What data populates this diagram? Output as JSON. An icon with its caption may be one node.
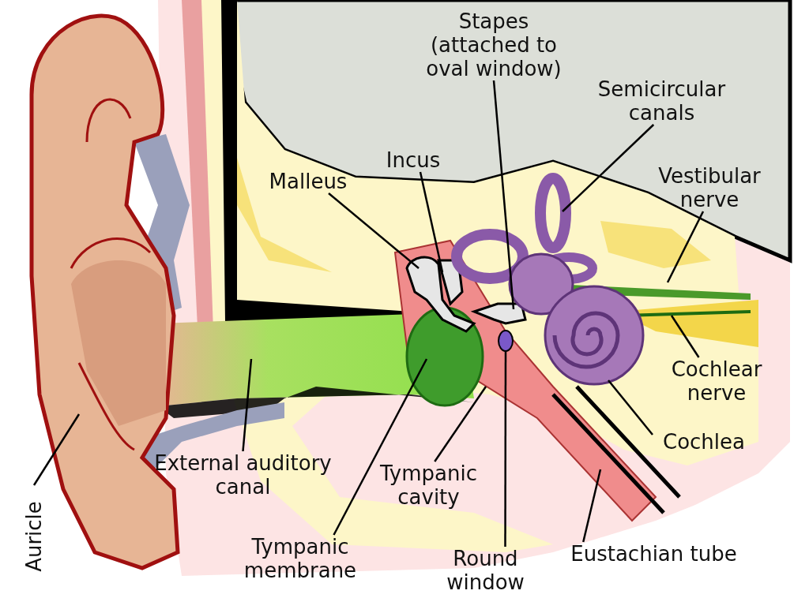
{
  "diagram": {
    "nodes": [
      {
        "text": [
          "Stapes (attached to oval window)"
        ]
      },
      {
        "text": [
          "Semicircular canals"
        ]
      },
      {
        "text": [
          "Incus"
        ]
      },
      {
        "text": [
          "Malleus"
        ]
      },
      {
        "text": [
          "Vestibular nerve"
        ]
      },
      {
        "text": [
          "Cochlear nerve"
        ]
      },
      {
        "text": [
          "Cochlea"
        ]
      },
      {
        "text": [
          "External auditory canal"
        ]
      },
      {
        "text": [
          "Tympanic cavity"
        ]
      },
      {
        "text": [
          "Tympanic membrane"
        ]
      },
      {
        "text": [
          "Eustachian tube"
        ]
      },
      {
        "text": [
          "Round window"
        ]
      },
      {
        "text": [
          "Auricle"
        ]
      },
      {
        "text": [],
        "shape": "ellipse"
      }
    ],
    "edges": [
      {
        "from": 0,
        "to": null,
        "arrow": "none"
      },
      {
        "from": 1,
        "to": null,
        "arrow": "none"
      },
      {
        "from": 2,
        "to": null,
        "arrow": "none"
      },
      {
        "from": 3,
        "to": null,
        "arrow": "none"
      },
      {
        "from": 4,
        "to": null,
        "arrow": "none"
      },
      {
        "from": 5,
        "to": null,
        "arrow": "none"
      },
      {
        "from": 6,
        "to": null,
        "arrow": "none"
      },
      {
        "from": 7,
        "to": null,
        "arrow": "none"
      },
      {
        "from": 8,
        "to": null,
        "arrow": "none"
      },
      {
        "from": 9,
        "to": null,
        "arrow": "none"
      },
      {
        "from": 10,
        "to": null,
        "arrow": "none"
      },
      {
        "from": 11,
        "to": 13,
        "arrow": "none"
      },
      {
        "from": 12,
        "to": null,
        "arrow": "none"
      }
    ]
  }
}
